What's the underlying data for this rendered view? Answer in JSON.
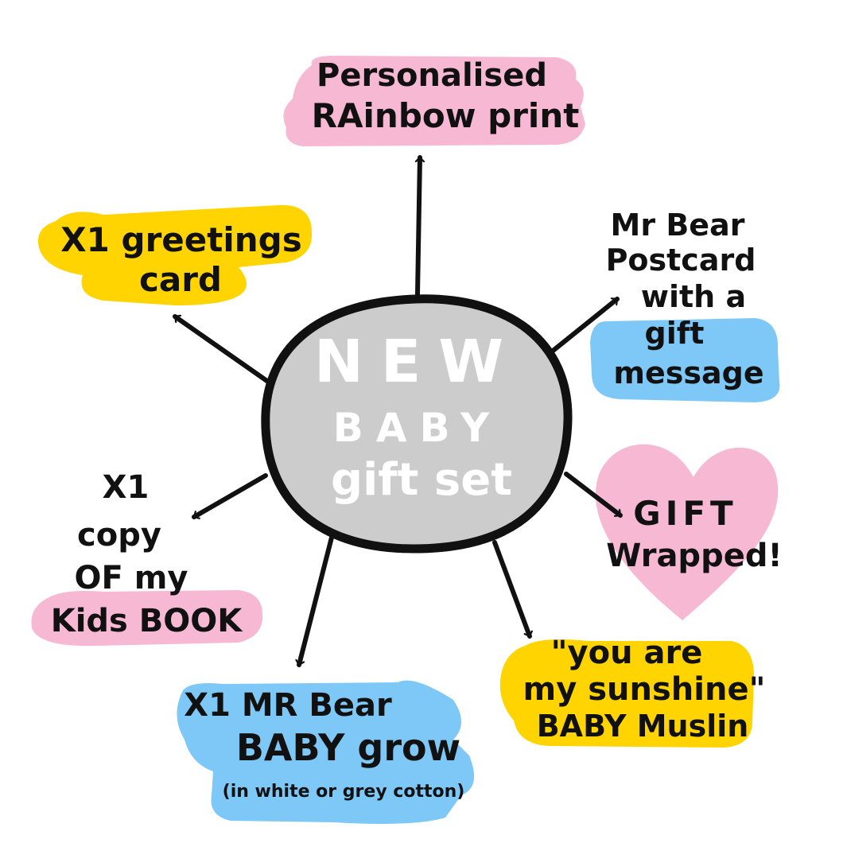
{
  "colors": {
    "pink": "#f7b8d3",
    "yellow": "#ffd400",
    "blue": "#7dc8f6",
    "grey": "#cccccc",
    "ink": "#111111",
    "center_text": "#ffffff"
  },
  "center": {
    "line1": "NEW",
    "line2": "BABY",
    "line3": "gift set"
  },
  "items": {
    "rainbow_print": {
      "line1": "Personalised",
      "line2": "RAinbow print"
    },
    "greetings_card": {
      "line1": "X1 greetings",
      "line2": "card"
    },
    "postcard": {
      "line1": "Mr Bear",
      "line2": "Postcard",
      "line3": "with a",
      "line4": "gift",
      "line5": "message"
    },
    "gift_wrapped": {
      "line1": "GIFT",
      "line2": "Wrapped!"
    },
    "kids_book": {
      "line1": "X1",
      "line2": "copy",
      "line3": "OF my",
      "line4": "Kids BOOK"
    },
    "baby_grow": {
      "line1": "X1 MR Bear",
      "line2": "BABY grow",
      "line3": "(in white or grey cotton)"
    },
    "muslin": {
      "line1": "\"you are",
      "line2": "my sunshine\"",
      "line3": "BABY Muslin"
    }
  }
}
